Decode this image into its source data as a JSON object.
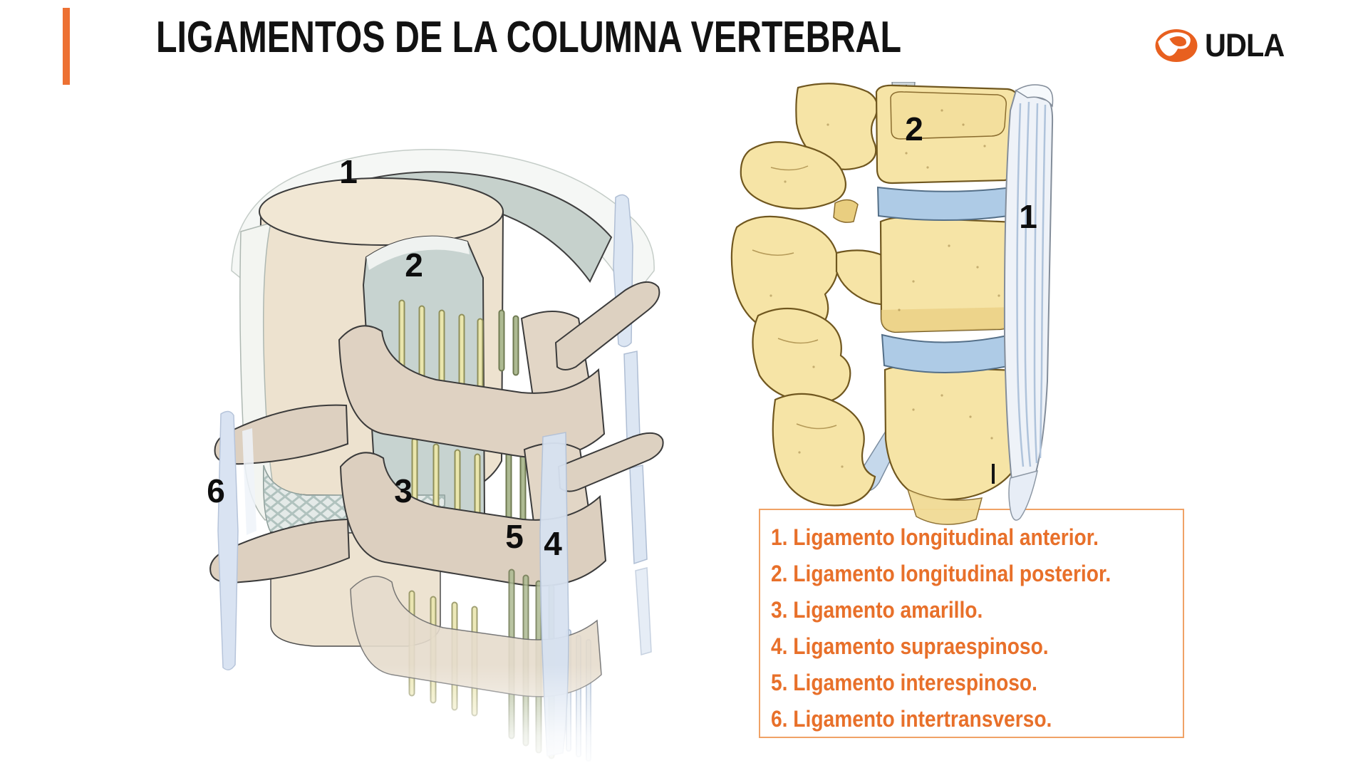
{
  "slide": {
    "title": "LIGAMENTOS DE LA COLUMNA VERTEBRAL",
    "background": "#FFFFFF",
    "accent_color": "#ED7133"
  },
  "logo": {
    "text": "UDLA",
    "icon": "udla-leaf-icon",
    "icon_color": "#E8601F",
    "text_color": "#141414"
  },
  "left_diagram": {
    "name": "3d-vertebral-segment-ligaments-illustration",
    "labels": [
      "1",
      "2",
      "3",
      "4",
      "5",
      "6"
    ],
    "palette": {
      "bone_cream": "#EDE2CF",
      "ligament_gray_green": "#C6D1CC",
      "process_beige": "#DCCFBF",
      "flavum_yellow": "#EAE6AC",
      "interspinous_green": "#ABB890",
      "intertransverse_blue": "#D9E3F2"
    }
  },
  "right_diagram": {
    "name": "lateral-spine-ligaments-illustration",
    "labels": [
      "2",
      "1"
    ],
    "palette": {
      "bone_yellow": "#F6E4A6",
      "disc_blue": "#AECBE6",
      "ligament_white": "#EEF2F8"
    }
  },
  "legend": {
    "text_color": "#E8702A",
    "border_color": "#F0A266",
    "items": [
      "1. Ligamento longitudinal anterior.",
      "2. Ligamento longitudinal posterior.",
      "3. Ligamento amarillo.",
      "4. Ligamento supraespinoso.",
      "5. Ligamento interespinoso.",
      "6. Ligamento intertransverso."
    ]
  }
}
